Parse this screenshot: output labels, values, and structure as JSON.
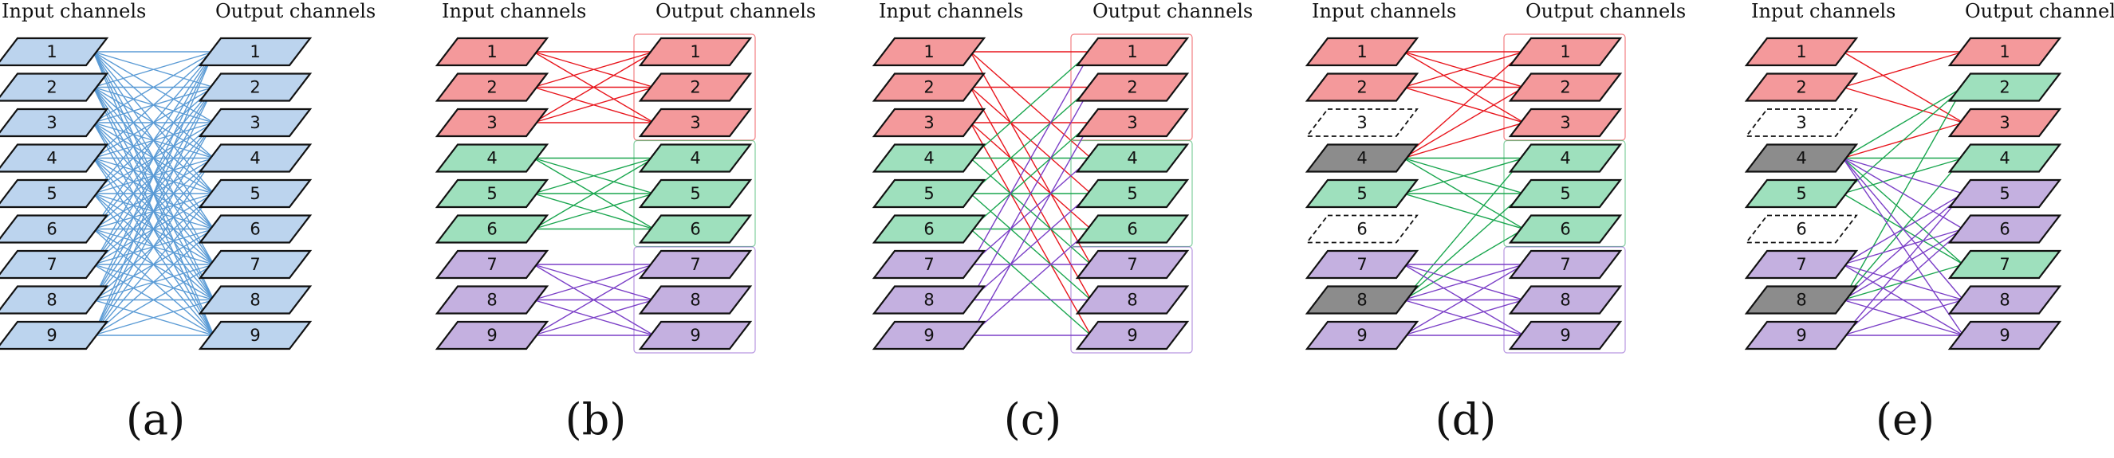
{
  "header_left": "Input channels",
  "header_right": "Output channels",
  "colors": {
    "blue": "#bcd4ee",
    "blue_line": "#5b9bd5",
    "red": "#f4999b",
    "red_line": "#e8161d",
    "green": "#9ee0bd",
    "green_line": "#1aa64f",
    "purple": "#c4b0e0",
    "purple_line": "#7b3fc7",
    "gray": "#8c8c8c",
    "empty": "#ffffff"
  },
  "panels": [
    {
      "caption": "(a)",
      "inputs": [
        {
          "n": "1",
          "c": "blue"
        },
        {
          "n": "2",
          "c": "blue"
        },
        {
          "n": "3",
          "c": "blue"
        },
        {
          "n": "4",
          "c": "blue"
        },
        {
          "n": "5",
          "c": "blue"
        },
        {
          "n": "6",
          "c": "blue"
        },
        {
          "n": "7",
          "c": "blue"
        },
        {
          "n": "8",
          "c": "blue"
        },
        {
          "n": "9",
          "c": "blue"
        }
      ],
      "outputs": [
        {
          "n": "1",
          "c": "blue"
        },
        {
          "n": "2",
          "c": "blue"
        },
        {
          "n": "3",
          "c": "blue"
        },
        {
          "n": "4",
          "c": "blue"
        },
        {
          "n": "5",
          "c": "blue"
        },
        {
          "n": "6",
          "c": "blue"
        },
        {
          "n": "7",
          "c": "blue"
        },
        {
          "n": "8",
          "c": "blue"
        },
        {
          "n": "9",
          "c": "blue"
        }
      ],
      "connections": "all",
      "line_color": "blue_line",
      "group_boxes": []
    },
    {
      "caption": "(b)",
      "inputs": [
        {
          "n": "1",
          "c": "red"
        },
        {
          "n": "2",
          "c": "red"
        },
        {
          "n": "3",
          "c": "red"
        },
        {
          "n": "4",
          "c": "green"
        },
        {
          "n": "5",
          "c": "green"
        },
        {
          "n": "6",
          "c": "green"
        },
        {
          "n": "7",
          "c": "purple"
        },
        {
          "n": "8",
          "c": "purple"
        },
        {
          "n": "9",
          "c": "purple"
        }
      ],
      "outputs": [
        {
          "n": "1",
          "c": "red"
        },
        {
          "n": "2",
          "c": "red"
        },
        {
          "n": "3",
          "c": "red"
        },
        {
          "n": "4",
          "c": "green"
        },
        {
          "n": "5",
          "c": "green"
        },
        {
          "n": "6",
          "c": "green"
        },
        {
          "n": "7",
          "c": "purple"
        },
        {
          "n": "8",
          "c": "purple"
        },
        {
          "n": "9",
          "c": "purple"
        }
      ],
      "connections": [
        [
          1,
          1,
          "red_line"
        ],
        [
          1,
          2,
          "red_line"
        ],
        [
          1,
          3,
          "red_line"
        ],
        [
          2,
          1,
          "red_line"
        ],
        [
          2,
          2,
          "red_line"
        ],
        [
          2,
          3,
          "red_line"
        ],
        [
          3,
          1,
          "red_line"
        ],
        [
          3,
          2,
          "red_line"
        ],
        [
          3,
          3,
          "red_line"
        ],
        [
          4,
          4,
          "green_line"
        ],
        [
          4,
          5,
          "green_line"
        ],
        [
          4,
          6,
          "green_line"
        ],
        [
          5,
          4,
          "green_line"
        ],
        [
          5,
          5,
          "green_line"
        ],
        [
          5,
          6,
          "green_line"
        ],
        [
          6,
          4,
          "green_line"
        ],
        [
          6,
          5,
          "green_line"
        ],
        [
          6,
          6,
          "green_line"
        ],
        [
          7,
          7,
          "purple_line"
        ],
        [
          7,
          8,
          "purple_line"
        ],
        [
          7,
          9,
          "purple_line"
        ],
        [
          8,
          7,
          "purple_line"
        ],
        [
          8,
          8,
          "purple_line"
        ],
        [
          8,
          9,
          "purple_line"
        ],
        [
          9,
          7,
          "purple_line"
        ],
        [
          9,
          8,
          "purple_line"
        ],
        [
          9,
          9,
          "purple_line"
        ]
      ],
      "group_boxes": [
        [
          "red_line",
          1,
          3
        ],
        [
          "green_line",
          4,
          6
        ],
        [
          "purple_line",
          7,
          9
        ]
      ]
    },
    {
      "caption": "(c)",
      "inputs": [
        {
          "n": "1",
          "c": "red"
        },
        {
          "n": "2",
          "c": "red"
        },
        {
          "n": "3",
          "c": "red"
        },
        {
          "n": "4",
          "c": "green"
        },
        {
          "n": "5",
          "c": "green"
        },
        {
          "n": "6",
          "c": "green"
        },
        {
          "n": "7",
          "c": "purple"
        },
        {
          "n": "8",
          "c": "purple"
        },
        {
          "n": "9",
          "c": "purple"
        }
      ],
      "outputs": [
        {
          "n": "1",
          "c": "red"
        },
        {
          "n": "2",
          "c": "red"
        },
        {
          "n": "3",
          "c": "red"
        },
        {
          "n": "4",
          "c": "green"
        },
        {
          "n": "5",
          "c": "green"
        },
        {
          "n": "6",
          "c": "green"
        },
        {
          "n": "7",
          "c": "purple"
        },
        {
          "n": "8",
          "c": "purple"
        },
        {
          "n": "9",
          "c": "purple"
        }
      ],
      "connections": [
        [
          1,
          1,
          "red_line"
        ],
        [
          1,
          4,
          "red_line"
        ],
        [
          1,
          7,
          "red_line"
        ],
        [
          2,
          2,
          "red_line"
        ],
        [
          2,
          5,
          "red_line"
        ],
        [
          2,
          8,
          "red_line"
        ],
        [
          3,
          3,
          "red_line"
        ],
        [
          3,
          6,
          "red_line"
        ],
        [
          3,
          9,
          "red_line"
        ],
        [
          4,
          1,
          "green_line"
        ],
        [
          4,
          4,
          "green_line"
        ],
        [
          4,
          7,
          "green_line"
        ],
        [
          5,
          2,
          "green_line"
        ],
        [
          5,
          5,
          "green_line"
        ],
        [
          5,
          8,
          "green_line"
        ],
        [
          6,
          3,
          "green_line"
        ],
        [
          6,
          6,
          "green_line"
        ],
        [
          6,
          9,
          "green_line"
        ],
        [
          7,
          1,
          "purple_line"
        ],
        [
          7,
          4,
          "purple_line"
        ],
        [
          7,
          7,
          "purple_line"
        ],
        [
          8,
          2,
          "purple_line"
        ],
        [
          8,
          5,
          "purple_line"
        ],
        [
          8,
          8,
          "purple_line"
        ],
        [
          9,
          3,
          "purple_line"
        ],
        [
          9,
          6,
          "purple_line"
        ],
        [
          9,
          9,
          "purple_line"
        ]
      ],
      "group_boxes": [
        [
          "red_line",
          1,
          3
        ],
        [
          "green_line",
          4,
          6
        ],
        [
          "purple_line",
          7,
          9
        ]
      ]
    },
    {
      "caption": "(d)",
      "inputs": [
        {
          "n": "1",
          "c": "red"
        },
        {
          "n": "2",
          "c": "red"
        },
        {
          "n": "3",
          "c": "empty"
        },
        {
          "n": "4",
          "c": "gray"
        },
        {
          "n": "5",
          "c": "green"
        },
        {
          "n": "6",
          "c": "empty"
        },
        {
          "n": "7",
          "c": "purple"
        },
        {
          "n": "8",
          "c": "gray"
        },
        {
          "n": "9",
          "c": "purple"
        }
      ],
      "outputs": [
        {
          "n": "1",
          "c": "red"
        },
        {
          "n": "2",
          "c": "red"
        },
        {
          "n": "3",
          "c": "red"
        },
        {
          "n": "4",
          "c": "green"
        },
        {
          "n": "5",
          "c": "green"
        },
        {
          "n": "6",
          "c": "green"
        },
        {
          "n": "7",
          "c": "purple"
        },
        {
          "n": "8",
          "c": "purple"
        },
        {
          "n": "9",
          "c": "purple"
        }
      ],
      "connections": [
        [
          1,
          1,
          "red_line"
        ],
        [
          1,
          2,
          "red_line"
        ],
        [
          1,
          3,
          "red_line"
        ],
        [
          2,
          1,
          "red_line"
        ],
        [
          2,
          2,
          "red_line"
        ],
        [
          2,
          3,
          "red_line"
        ],
        [
          4,
          1,
          "red_line"
        ],
        [
          4,
          2,
          "red_line"
        ],
        [
          4,
          3,
          "red_line"
        ],
        [
          5,
          4,
          "green_line"
        ],
        [
          5,
          5,
          "green_line"
        ],
        [
          5,
          6,
          "green_line"
        ],
        [
          4,
          4,
          "green_line"
        ],
        [
          4,
          5,
          "green_line"
        ],
        [
          4,
          6,
          "green_line"
        ],
        [
          8,
          4,
          "green_line"
        ],
        [
          8,
          5,
          "green_line"
        ],
        [
          8,
          6,
          "green_line"
        ],
        [
          7,
          7,
          "purple_line"
        ],
        [
          7,
          8,
          "purple_line"
        ],
        [
          7,
          9,
          "purple_line"
        ],
        [
          8,
          7,
          "purple_line"
        ],
        [
          8,
          8,
          "purple_line"
        ],
        [
          8,
          9,
          "purple_line"
        ],
        [
          9,
          7,
          "purple_line"
        ],
        [
          9,
          8,
          "purple_line"
        ],
        [
          9,
          9,
          "purple_line"
        ]
      ],
      "group_boxes": [
        [
          "red_line",
          1,
          3
        ],
        [
          "green_line",
          4,
          6
        ],
        [
          "purple_line",
          7,
          9
        ]
      ]
    },
    {
      "caption": "(e)",
      "inputs": [
        {
          "n": "1",
          "c": "red"
        },
        {
          "n": "2",
          "c": "red"
        },
        {
          "n": "3",
          "c": "empty"
        },
        {
          "n": "4",
          "c": "gray"
        },
        {
          "n": "5",
          "c": "green"
        },
        {
          "n": "6",
          "c": "empty"
        },
        {
          "n": "7",
          "c": "purple"
        },
        {
          "n": "8",
          "c": "gray"
        },
        {
          "n": "9",
          "c": "purple"
        }
      ],
      "outputs": [
        {
          "n": "1",
          "c": "red"
        },
        {
          "n": "2",
          "c": "green"
        },
        {
          "n": "3",
          "c": "red"
        },
        {
          "n": "4",
          "c": "green"
        },
        {
          "n": "5",
          "c": "purple"
        },
        {
          "n": "6",
          "c": "purple"
        },
        {
          "n": "7",
          "c": "green"
        },
        {
          "n": "8",
          "c": "purple"
        },
        {
          "n": "9",
          "c": "purple"
        }
      ],
      "connections": [
        [
          1,
          1,
          "red_line"
        ],
        [
          1,
          3,
          "red_line"
        ],
        [
          2,
          1,
          "red_line"
        ],
        [
          2,
          3,
          "red_line"
        ],
        [
          4,
          3,
          "red_line"
        ],
        [
          5,
          2,
          "green_line"
        ],
        [
          5,
          4,
          "green_line"
        ],
        [
          5,
          7,
          "green_line"
        ],
        [
          4,
          2,
          "green_line"
        ],
        [
          4,
          4,
          "green_line"
        ],
        [
          4,
          7,
          "green_line"
        ],
        [
          8,
          2,
          "green_line"
        ],
        [
          8,
          4,
          "green_line"
        ],
        [
          8,
          7,
          "green_line"
        ],
        [
          4,
          5,
          "purple_line"
        ],
        [
          4,
          6,
          "purple_line"
        ],
        [
          4,
          8,
          "purple_line"
        ],
        [
          4,
          9,
          "purple_line"
        ],
        [
          7,
          5,
          "purple_line"
        ],
        [
          7,
          6,
          "purple_line"
        ],
        [
          7,
          8,
          "purple_line"
        ],
        [
          7,
          9,
          "purple_line"
        ],
        [
          8,
          5,
          "purple_line"
        ],
        [
          8,
          6,
          "purple_line"
        ],
        [
          8,
          8,
          "purple_line"
        ],
        [
          8,
          9,
          "purple_line"
        ],
        [
          9,
          5,
          "purple_line"
        ],
        [
          9,
          6,
          "purple_line"
        ],
        [
          9,
          8,
          "purple_line"
        ],
        [
          9,
          9,
          "purple_line"
        ]
      ],
      "group_boxes": []
    }
  ]
}
